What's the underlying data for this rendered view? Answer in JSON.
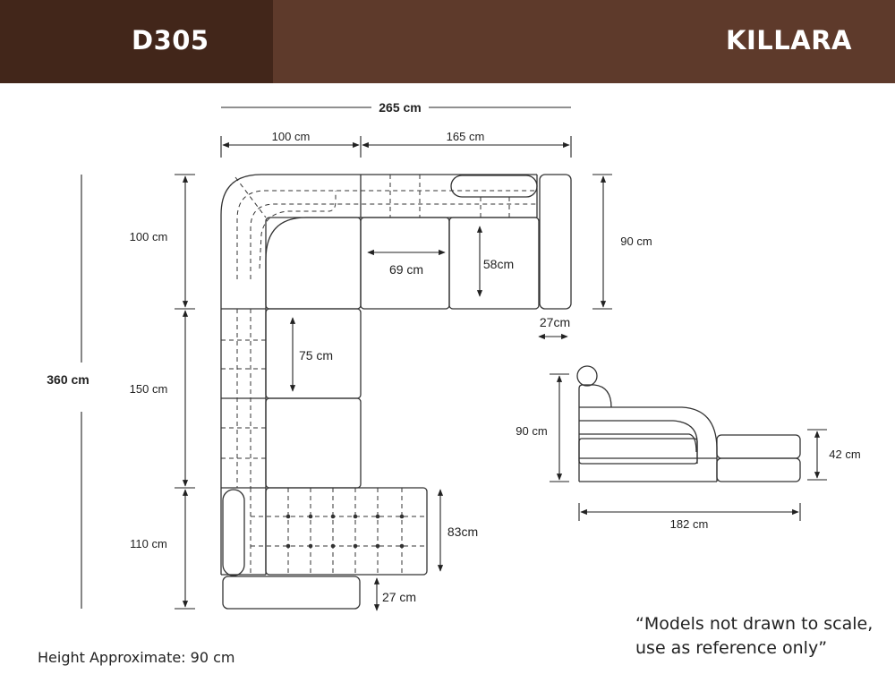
{
  "header": {
    "code": "D305",
    "name": "KILLARA",
    "left_color": "#42261a",
    "right_color": "#5e3a2b"
  },
  "dimensions": {
    "total_width": "265 cm",
    "seg_left": "100 cm",
    "seg_right": "165 cm",
    "total_depth": "360 cm",
    "left_seg_top": "100 cm",
    "left_seg_mid": "150 cm",
    "left_seg_bottom": "110 cm",
    "right_arm_depth": "90 cm",
    "seat_width": "69 cm",
    "seat_depth_58": "58cm",
    "seat_depth_75": "75 cm",
    "arm_width_right": "27cm",
    "chaise_depth": "83cm",
    "arm_width_bottom": "27 cm",
    "side_height": "90 cm",
    "side_seat_height": "42 cm",
    "side_length": "182 cm"
  },
  "footer": {
    "height_note": "Height Approximate: 90 cm",
    "disclaimer": "“Models not drawn to scale, use as reference only”"
  }
}
